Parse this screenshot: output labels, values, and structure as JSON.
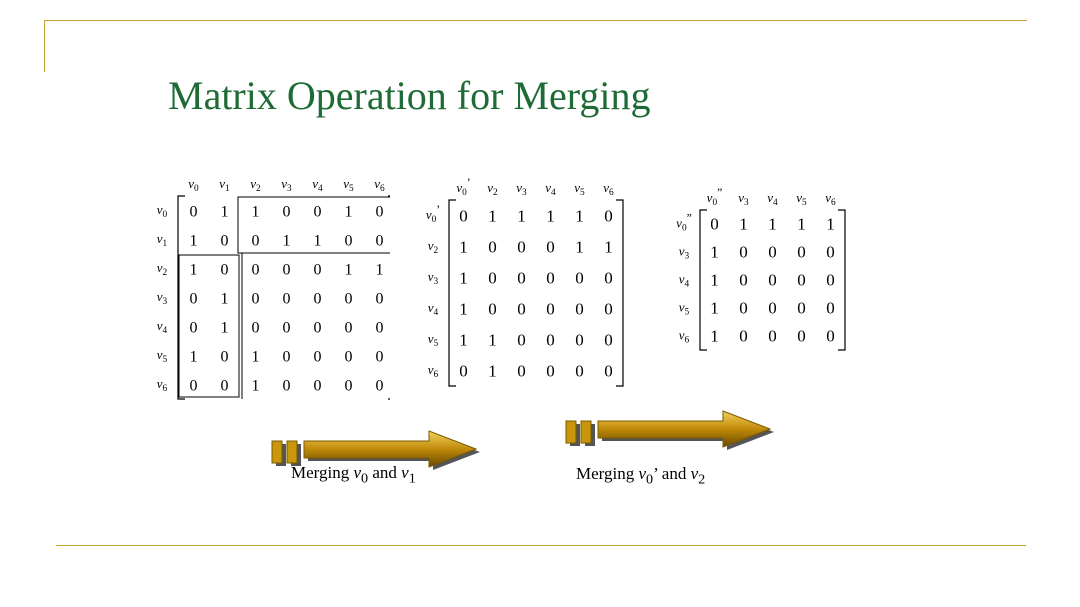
{
  "slide": {
    "title": "Matrix Operation for Merging",
    "colors": {
      "title": "#1e6b36",
      "frame": "#c9a227",
      "arrow": "#c9960c"
    }
  },
  "matrices": [
    {
      "id": "m1",
      "col_labels": [
        [
          "v",
          "0",
          ""
        ],
        [
          "v",
          "1",
          ""
        ],
        [
          "v",
          "2",
          ""
        ],
        [
          "v",
          "3",
          ""
        ],
        [
          "v",
          "4",
          ""
        ],
        [
          "v",
          "5",
          ""
        ],
        [
          "v",
          "6",
          ""
        ]
      ],
      "row_labels": [
        [
          "v",
          "0",
          ""
        ],
        [
          "v",
          "1",
          ""
        ],
        [
          "v",
          "2",
          ""
        ],
        [
          "v",
          "3",
          ""
        ],
        [
          "v",
          "4",
          ""
        ],
        [
          "v",
          "5",
          ""
        ],
        [
          "v",
          "6",
          ""
        ]
      ],
      "rows": [
        [
          0,
          1,
          1,
          0,
          0,
          1,
          0
        ],
        [
          1,
          0,
          0,
          1,
          1,
          0,
          0
        ],
        [
          1,
          0,
          0,
          0,
          0,
          1,
          1
        ],
        [
          0,
          1,
          0,
          0,
          0,
          0,
          0
        ],
        [
          0,
          1,
          0,
          0,
          0,
          0,
          0
        ],
        [
          1,
          0,
          1,
          0,
          0,
          0,
          0
        ],
        [
          0,
          0,
          1,
          0,
          0,
          0,
          0
        ]
      ]
    },
    {
      "id": "m2",
      "col_labels": [
        [
          "v",
          "0",
          "’"
        ],
        [
          "v",
          "2",
          ""
        ],
        [
          "v",
          "3",
          ""
        ],
        [
          "v",
          "4",
          ""
        ],
        [
          "v",
          "5",
          ""
        ],
        [
          "v",
          "6",
          ""
        ]
      ],
      "row_labels": [
        [
          "v",
          "0",
          "’"
        ],
        [
          "v",
          "2",
          ""
        ],
        [
          "v",
          "3",
          ""
        ],
        [
          "v",
          "4",
          ""
        ],
        [
          "v",
          "5",
          ""
        ],
        [
          "v",
          "6",
          ""
        ]
      ],
      "rows": [
        [
          0,
          1,
          1,
          1,
          1,
          0
        ],
        [
          1,
          0,
          0,
          0,
          1,
          1
        ],
        [
          1,
          0,
          0,
          0,
          0,
          0
        ],
        [
          1,
          0,
          0,
          0,
          0,
          0
        ],
        [
          1,
          1,
          0,
          0,
          0,
          0
        ],
        [
          0,
          1,
          0,
          0,
          0,
          0
        ]
      ]
    },
    {
      "id": "m3",
      "col_labels": [
        [
          "v",
          "0",
          "”"
        ],
        [
          "v",
          "3",
          ""
        ],
        [
          "v",
          "4",
          ""
        ],
        [
          "v",
          "5",
          ""
        ],
        [
          "v",
          "6",
          ""
        ]
      ],
      "row_labels": [
        [
          "v",
          "0",
          "”"
        ],
        [
          "v",
          "3",
          ""
        ],
        [
          "v",
          "4",
          ""
        ],
        [
          "v",
          "5",
          ""
        ],
        [
          "v",
          "6",
          ""
        ]
      ],
      "rows": [
        [
          0,
          1,
          1,
          1,
          1
        ],
        [
          1,
          0,
          0,
          0,
          0
        ],
        [
          1,
          0,
          0,
          0,
          0
        ],
        [
          1,
          0,
          0,
          0,
          0
        ],
        [
          1,
          0,
          0,
          0,
          0
        ]
      ]
    }
  ],
  "captions": [
    {
      "prefix": "Merging ",
      "a_var": "v",
      "a_sub": "0",
      "a_sup": "",
      "mid": " and ",
      "b_var": "v",
      "b_sub": "1"
    },
    {
      "prefix": "Merging ",
      "a_var": "v",
      "a_sub": "0",
      "a_sup": "’",
      "mid": " and ",
      "b_var": "v",
      "b_sub": "2"
    }
  ]
}
